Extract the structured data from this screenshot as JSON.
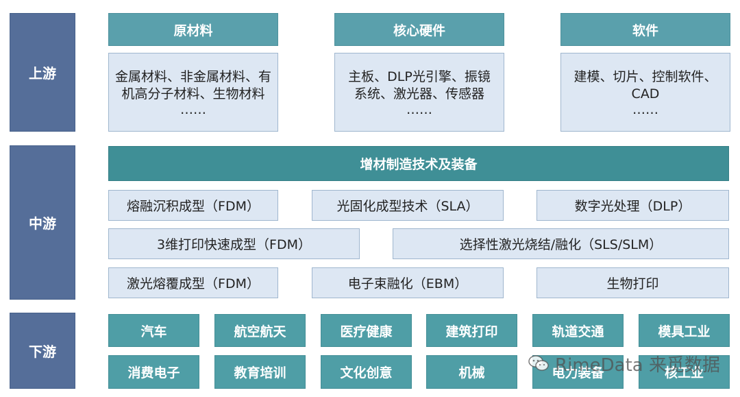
{
  "stages": {
    "upstream": "上游",
    "midstream": "中游",
    "downstream": "下游"
  },
  "upstream": [
    {
      "title": "原材料",
      "body": "金属材料、非金属材料、有机高分子材料、生物材料",
      "more": "……"
    },
    {
      "title": "核心硬件",
      "body": "主板、DLP光引擎、振镜系统、激光器、传感器",
      "more": "……"
    },
    {
      "title": "软件",
      "body": "建模、切片、控制软件、CAD",
      "more": "……"
    }
  ],
  "midstream": {
    "header": "增材制造技术及装备",
    "row1": [
      "熔融沉积成型（FDM）",
      "光固化成型技术（SLA）",
      "数字光处理（DLP）"
    ],
    "row2": [
      "3维打印快速成型（FDM）",
      "选择性激光烧结/融化（SLS/SLM）"
    ],
    "row3": [
      "激光熔覆成型（FDM）",
      "电子束融化（EBM）",
      "生物打印"
    ]
  },
  "downstream": {
    "row1": [
      "汽车",
      "航空航天",
      "医疗健康",
      "建筑打印",
      "轨道交通",
      "模具工业"
    ],
    "row2": [
      "消费电子",
      "教育培训",
      "文化创意",
      "机械",
      "电力装备",
      "核工业"
    ]
  },
  "watermark": "RimeData 来觅数据",
  "colors": {
    "stage": "#556e99",
    "header": "#5aa0ac",
    "panel": "#dde7f3",
    "bar": "#3f8f96",
    "downstream": "#4f9ea6"
  }
}
